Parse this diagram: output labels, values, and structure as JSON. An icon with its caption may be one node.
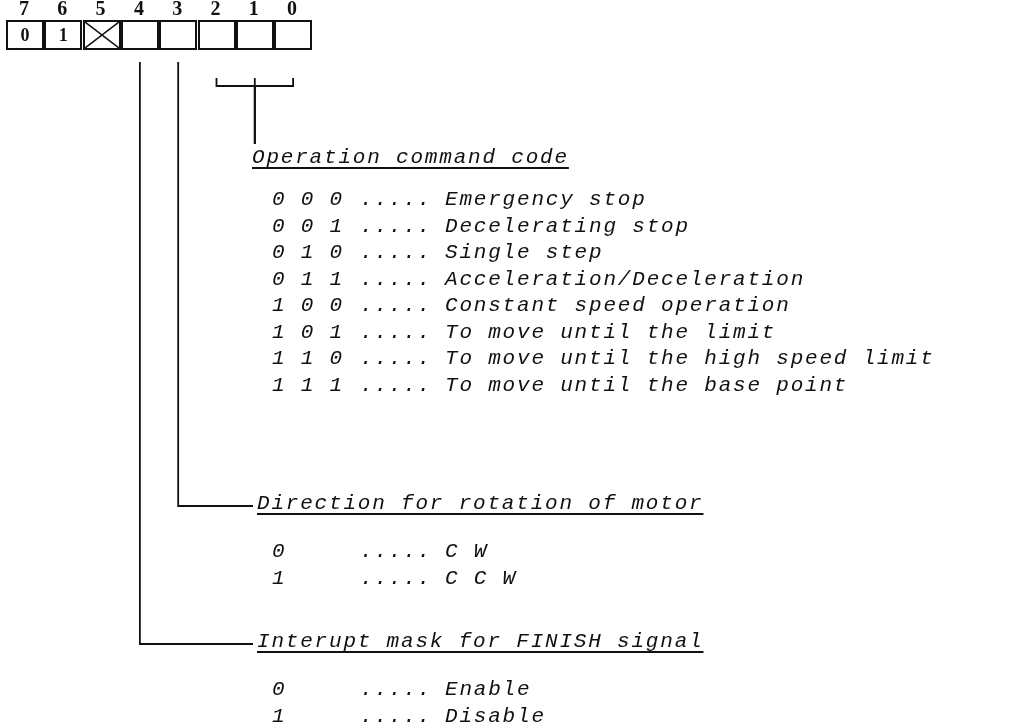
{
  "diagram": {
    "nodes": [
      {
        "text": [
          "0"
        ],
        "beside": [
          "7"
        ]
      },
      {
        "text": [
          "1"
        ],
        "beside": [
          "6"
        ]
      },
      {
        "text": [],
        "shape": "cross",
        "beside": [
          "5"
        ]
      },
      {
        "text": [],
        "shape": "box",
        "beside": [
          "4"
        ]
      },
      {
        "text": [],
        "shape": "box",
        "beside": [
          "3"
        ]
      },
      {
        "text": [],
        "shape": "box",
        "beside": [
          "2"
        ]
      },
      {
        "text": [],
        "shape": "box",
        "beside": [
          "1"
        ]
      },
      {
        "text": [],
        "shape": "box",
        "beside": [
          "0"
        ]
      },
      {
        "text": [
          "Operation command code"
        ]
      },
      {
        "text": [
          "Direction for rotation of motor"
        ]
      },
      {
        "text": [
          "Interupt mask for FINISH signal"
        ]
      }
    ],
    "edges": [
      {
        "from": 5,
        "to": 8,
        "arrow": "none"
      },
      {
        "from": 6,
        "to": 8,
        "arrow": "none"
      },
      {
        "from": 7,
        "to": 8,
        "arrow": "none"
      },
      {
        "from": 4,
        "to": 9,
        "arrow": "none"
      },
      {
        "from": 3,
        "to": 10,
        "arrow": "none"
      }
    ],
    "labels": [
      "0 0 0",
      ".....",
      "Emergency stop",
      "0 0 1",
      ".....",
      "Decelerating stop",
      "0 1 0",
      ".....",
      "Single step",
      "0 1 1",
      ".....",
      "Acceleration/Deceleration",
      "1 0 0",
      ".....",
      "Constant speed operation",
      "1 0 1",
      ".....",
      "To move until the limit",
      "1 1 0",
      ".....",
      "To move until the high speed limit",
      "1 1 1",
      ".....",
      "To move until the base point",
      "0",
      ".....",
      "C W",
      "1",
      ".....",
      "C C W",
      "0",
      ".....",
      "Enable",
      "1",
      ".....",
      "Disable"
    ]
  }
}
